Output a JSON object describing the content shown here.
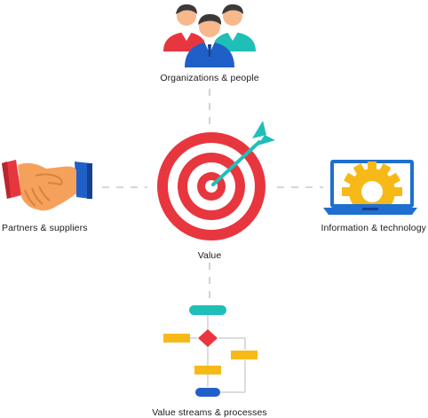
{
  "diagram": {
    "center": {
      "label": "Value",
      "icon": "target-with-arrow-icon"
    },
    "nodes": {
      "top": {
        "label": "Organizations & people",
        "icon": "people-group-icon"
      },
      "left": {
        "label": "Partners & suppliers",
        "icon": "handshake-icon"
      },
      "right": {
        "label": "Information & technology",
        "icon": "laptop-gear-icon"
      },
      "bottom": {
        "label": "Value streams & processes",
        "icon": "flowchart-icon"
      }
    },
    "colors": {
      "target_red": "#e8363f",
      "arrow_teal": "#1fbfb8",
      "connector_gray": "#c8c8c8",
      "person_red": "#e8363f",
      "person_blue": "#1f5fc8",
      "person_teal": "#1fbfb8",
      "skin": "#f7b88c",
      "hair": "#3a3a3a",
      "handshake_orange": "#f5a15c",
      "laptop_blue": "#1f6fd0",
      "gear_yellow": "#f7b917",
      "flow_yellow": "#f7b917",
      "flow_red": "#e8363f",
      "flow_teal": "#1fbfb8",
      "flow_blue": "#1f5fc8"
    }
  }
}
